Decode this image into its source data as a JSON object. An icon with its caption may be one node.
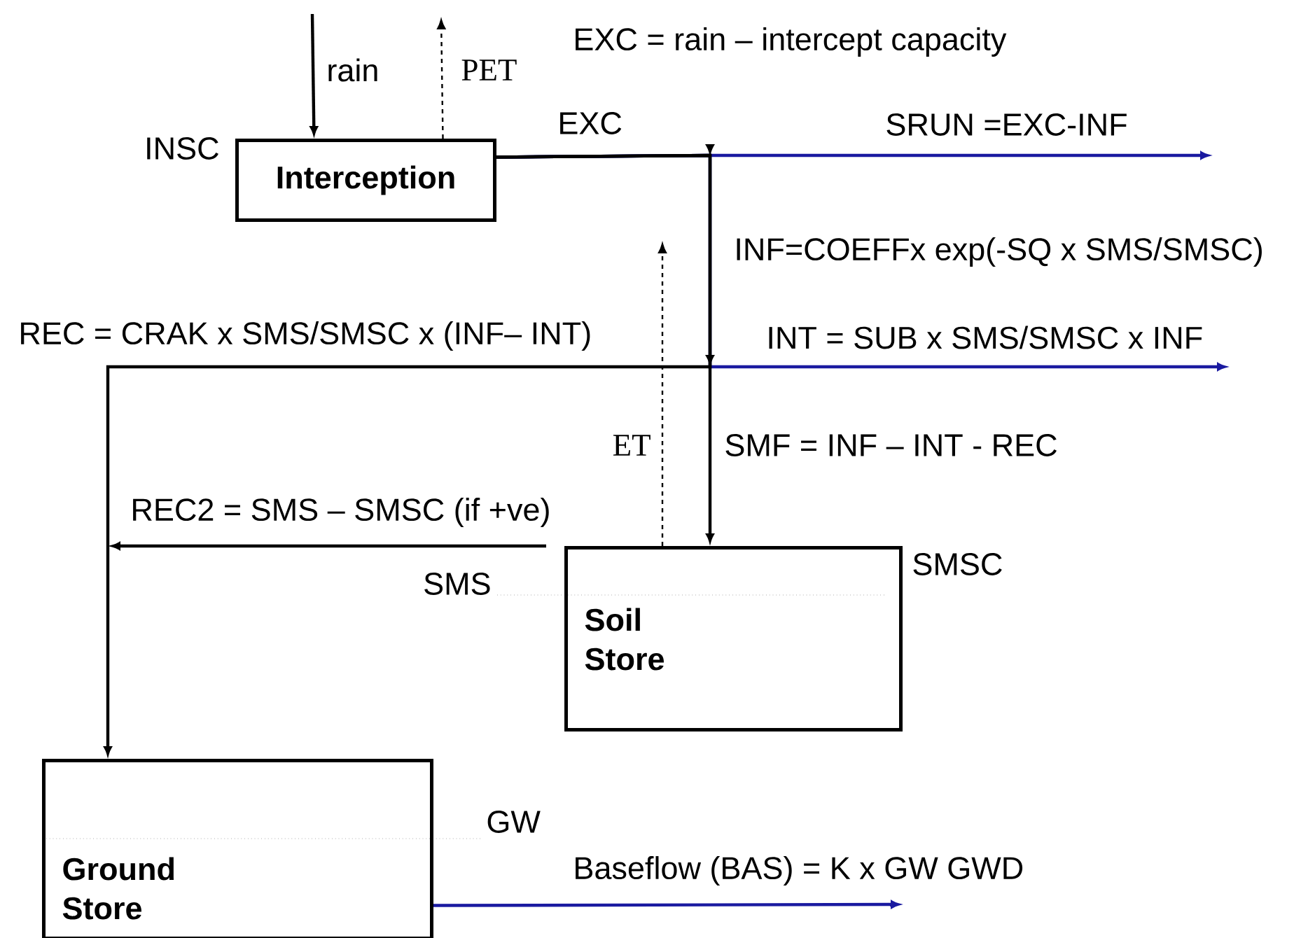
{
  "diagram": {
    "nodes": [
      {
        "text": [
          "Interception"
        ],
        "beside": [
          "INSC"
        ]
      },
      {
        "text": [
          "Soil Store"
        ],
        "beside": [
          "SMSC",
          "SMS"
        ]
      },
      {
        "text": [
          "Ground Store"
        ],
        "beside": [
          "GW"
        ]
      }
    ],
    "edges": [
      {
        "from": null,
        "to": 0,
        "arrow": "to",
        "label": "rain"
      },
      {
        "from": 0,
        "to": null,
        "arrow": "to",
        "style": "dashed",
        "label": "PET"
      },
      {
        "from": 0,
        "to": 1,
        "arrow": "to",
        "label": "EXC"
      },
      {
        "from": 0,
        "to": null,
        "arrow": "to",
        "color": "#1a1aa0",
        "label": "SRUN =EXC-INF"
      },
      {
        "from": 0,
        "to": null,
        "arrow": "to",
        "color": "#1a1aa0",
        "label": "INT = SUB x SMS/SMSC x INF"
      },
      {
        "from": 0,
        "to": 2,
        "arrow": "to",
        "label": "REC = CRAK x SMS/SMSC x (INF– INT)"
      },
      {
        "from": 1,
        "to": null,
        "arrow": "to",
        "label": "REC2 = SMS – SMSC (if +ve)"
      },
      {
        "from": 1,
        "to": null,
        "arrow": "to",
        "style": "dashed",
        "label": "ET"
      },
      {
        "from": 2,
        "to": null,
        "arrow": "to",
        "color": "#1a1aa0",
        "label": "Baseflow (BAS) = K x GW  GWD"
      }
    ],
    "labels": [
      "EXC = rain – intercept capacity",
      "INF=COEFFx exp(-SQ x SMS/SMSC)",
      "SMF = INF – INT - REC"
    ]
  }
}
